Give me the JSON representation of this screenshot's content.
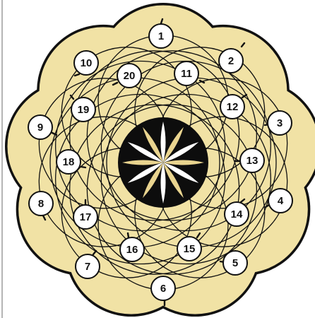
{
  "board": {
    "colors": {
      "board_fill": "#f1e2a5",
      "line": "#111111",
      "hub": "#0d0d0d",
      "hub_petal_light": "#ffffff",
      "hub_petal_gold": "#e9d48f",
      "node_fill": "#ffffff"
    },
    "nodes": [
      {
        "label": "1"
      },
      {
        "label": "2"
      },
      {
        "label": "3"
      },
      {
        "label": "4"
      },
      {
        "label": "5"
      },
      {
        "label": "6"
      },
      {
        "label": "7"
      },
      {
        "label": "8"
      },
      {
        "label": "9"
      },
      {
        "label": "10"
      },
      {
        "label": "11"
      },
      {
        "label": "12"
      },
      {
        "label": "13"
      },
      {
        "label": "14"
      },
      {
        "label": "15"
      },
      {
        "label": "16"
      },
      {
        "label": "17"
      },
      {
        "label": "18"
      },
      {
        "label": "19"
      },
      {
        "label": "20"
      }
    ]
  }
}
